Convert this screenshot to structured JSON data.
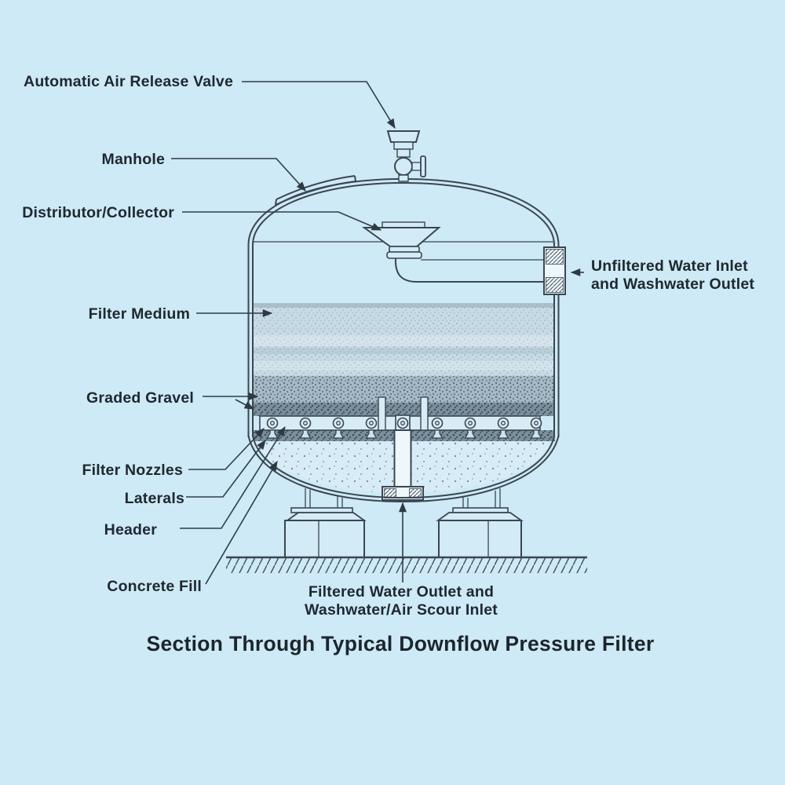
{
  "caption": "Section Through Typical Downflow Pressure Filter",
  "colors": {
    "background": "#cdeaf6",
    "line": "#3b4650",
    "text": "#20282f"
  },
  "diagram": {
    "labels": {
      "air_valve": "Automatic Air Release Valve",
      "manhole": "Manhole",
      "distributor": "Distributor/Collector",
      "filter_medium": "Filter Medium",
      "graded_gravel": "Graded Gravel",
      "filter_nozzles": "Filter Nozzles",
      "laterals": "Laterals",
      "header": "Header",
      "concrete_fill": "Concrete Fill",
      "inlet_line1": "Unfiltered Water Inlet",
      "inlet_line2": "and Washwater Outlet",
      "outlet_line1": "Filtered Water Outlet and",
      "outlet_line2": "Washwater/Air Scour Inlet"
    }
  }
}
